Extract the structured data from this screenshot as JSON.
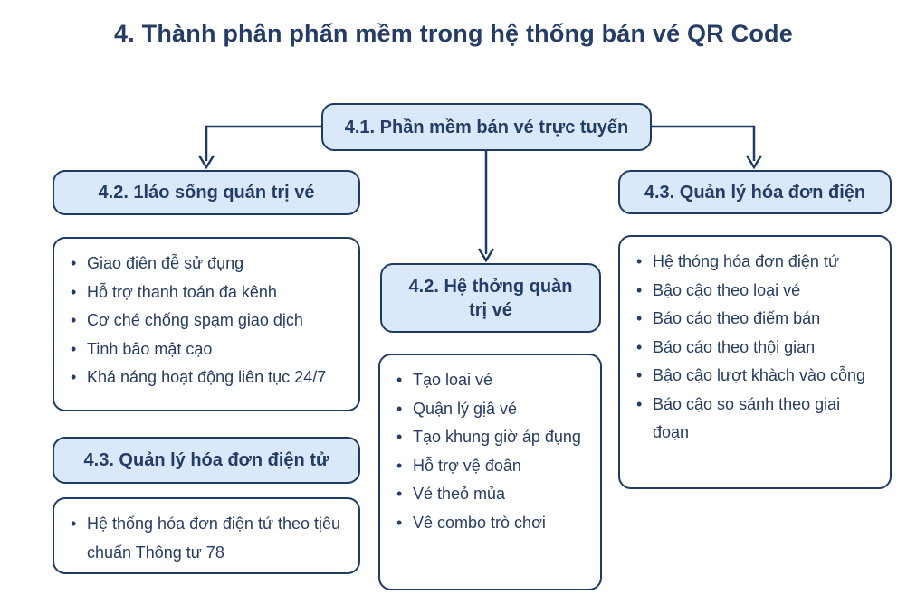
{
  "title": "4. Thành phân phấn mềm trong hệ thống bán vé QR Code",
  "colors": {
    "box_fill": "#d9e9fa",
    "box_border": "#1f3b63",
    "text": "#253c63",
    "background": "#ffffff"
  },
  "diagram": {
    "type": "flowchart",
    "root_box": {
      "label": "4.1. Phần mềm bán vé trực tuyến"
    },
    "left_branch": {
      "header_1": "4.2. 1láo sống quán trị vé",
      "list_1": [
        "Giao điên đễ sử đụng",
        "Hỗ trợ thanh toán đa kênh",
        "Cơ ché chống spạm giao dịch",
        "Tinh bâo mật cạo",
        "Khá náng hoạt động liên tục 24/7"
      ],
      "header_2": "4.3. Quản lý hóa đơn điện tử",
      "list_2": [
        "Hệ thống hóa đơn điện tứ theo tịêu chuấn Thông tư 78"
      ]
    },
    "center_branch": {
      "header": "4.2. Hệ thởng quàn trị vé",
      "list": [
        "Tạo loai vé",
        "Quận lý gịâ vé",
        "Tạo khung giờ áp đụng",
        "Hỗ trợ vệ đoân",
        "Vé theỏ mủa",
        "Vê combo trò chơi"
      ]
    },
    "right_branch": {
      "header": "4.3. Quản lý hóa đơn điện",
      "list": [
        "Hệ thóng hóa đơn điện tứ",
        "Bậo cậo theo loại vé",
        "Báo cáo theo điếm bán",
        "Báo cáo theo thội gian",
        "Bậo cậo lượt khàch vào cỗng",
        "Báo cậo so sánh theo giai đoạn"
      ]
    }
  }
}
